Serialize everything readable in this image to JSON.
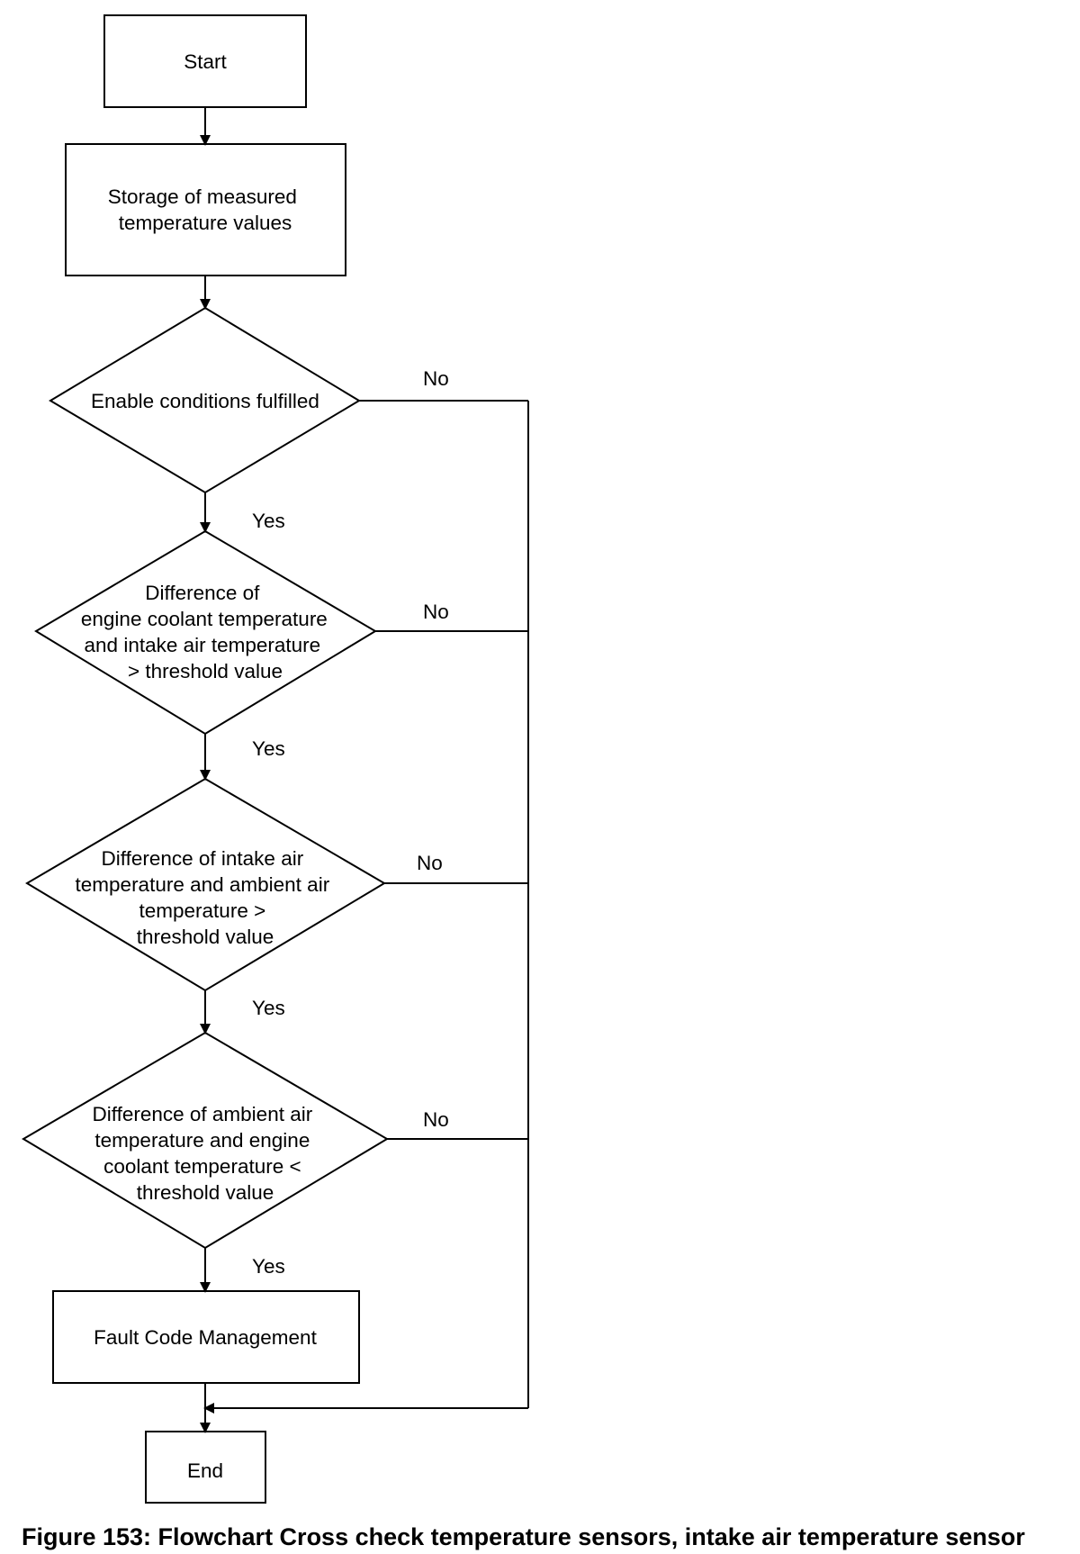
{
  "nodes": {
    "start": {
      "label": "Start"
    },
    "storage": {
      "lines": [
        "Storage of measured",
        "temperature values"
      ]
    },
    "enable": {
      "lines": [
        "Enable conditions fulfilled"
      ]
    },
    "diff1": {
      "lines": [
        "Difference of",
        "engine coolant temperature",
        "and intake air temperature",
        "> threshold value"
      ]
    },
    "diff2": {
      "lines": [
        "Difference of intake air",
        "temperature and ambient air",
        "temperature >",
        "threshold value"
      ]
    },
    "diff3": {
      "lines": [
        "Difference of ambient air",
        "temperature and engine",
        "coolant temperature <",
        "threshold value"
      ]
    },
    "fault": {
      "label": "Fault Code Management"
    },
    "end": {
      "label": "End"
    }
  },
  "edge_labels": {
    "yes": "Yes",
    "no": "No"
  },
  "caption": "Figure 153: Flowchart Cross check temperature sensors, intake air temperature sensor"
}
